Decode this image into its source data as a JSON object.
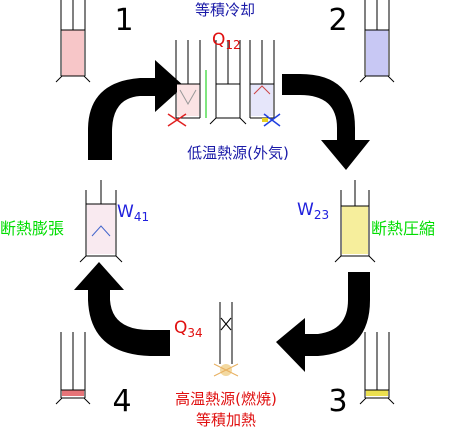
{
  "title_top": "等積冷却",
  "title_bottom": "等積加熱",
  "heat_top": {
    "symbol": "Q",
    "sub": "12"
  },
  "heat_bottom": {
    "symbol": "Q",
    "sub": "34"
  },
  "work_left": {
    "symbol": "W",
    "sub": "41"
  },
  "work_right": {
    "symbol": "W",
    "sub": "23"
  },
  "label_low_source": "低温熱源(外気)",
  "label_high_source": "高温熱源(燃焼)",
  "label_adiabatic_expansion": "断熱膨張",
  "label_adiabatic_compression": "断熱圧縮",
  "state_numbers": [
    "1",
    "2",
    "3",
    "4"
  ],
  "colors": {
    "blue_text": "#1a1aa8",
    "red_text": "#e01010",
    "green_text": "#00dd00",
    "state1_gas": "#f7c6c8",
    "state2_gas": "#c8c8f4",
    "state3_gas": "#ece050",
    "state4_gas": "#e67478",
    "arrow": "#000000"
  }
}
